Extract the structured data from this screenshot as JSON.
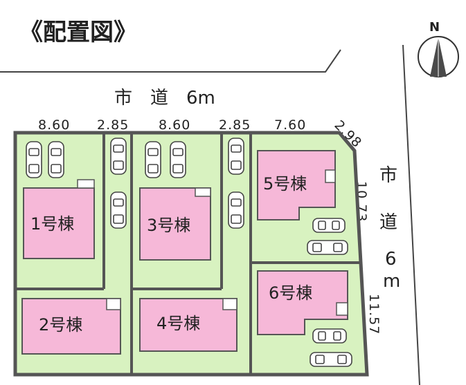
{
  "title": "《配置図》",
  "compass": {
    "label": "N"
  },
  "roads": {
    "north": {
      "label": "市　道　6m"
    },
    "east": {
      "chars": [
        "市",
        "道",
        "6",
        "m"
      ]
    }
  },
  "dimensions": {
    "north": [
      "8.60",
      "2.85",
      "8.60",
      "2.85",
      "7.60"
    ],
    "corner": "2.98",
    "east_upper": "10.73",
    "east_lower": "11.57"
  },
  "buildings": [
    {
      "id": 1,
      "label": "1号棟"
    },
    {
      "id": 2,
      "label": "2号棟"
    },
    {
      "id": 3,
      "label": "3号棟"
    },
    {
      "id": 4,
      "label": "4号棟"
    },
    {
      "id": 5,
      "label": "5号棟"
    },
    {
      "id": 6,
      "label": "6号棟"
    }
  ],
  "colors": {
    "lot_fill": "#d8f2c0",
    "house_fill": "#f6b8d8",
    "border": "#555555"
  }
}
